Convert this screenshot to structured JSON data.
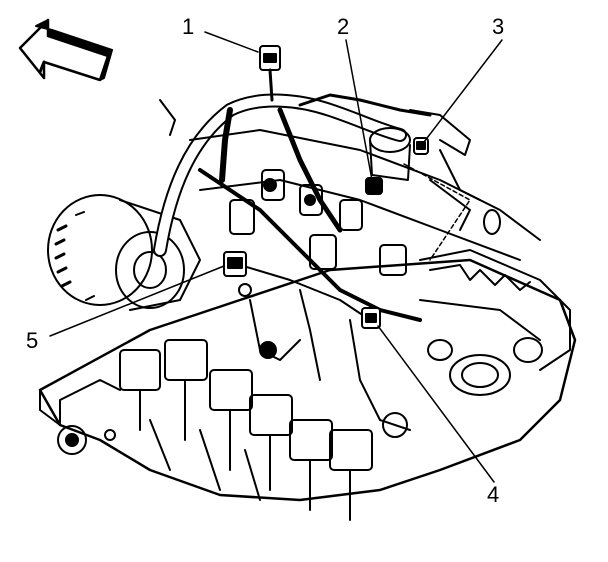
{
  "diagram": {
    "orientation_arrow_icon": "arrow-front-icon",
    "line_color": "#000000",
    "background": "#ffffff",
    "callouts": [
      {
        "id": "1",
        "label": "1"
      },
      {
        "id": "2",
        "label": "2"
      },
      {
        "id": "3",
        "label": "3"
      },
      {
        "id": "4",
        "label": "4"
      },
      {
        "id": "5",
        "label": "5"
      }
    ]
  }
}
